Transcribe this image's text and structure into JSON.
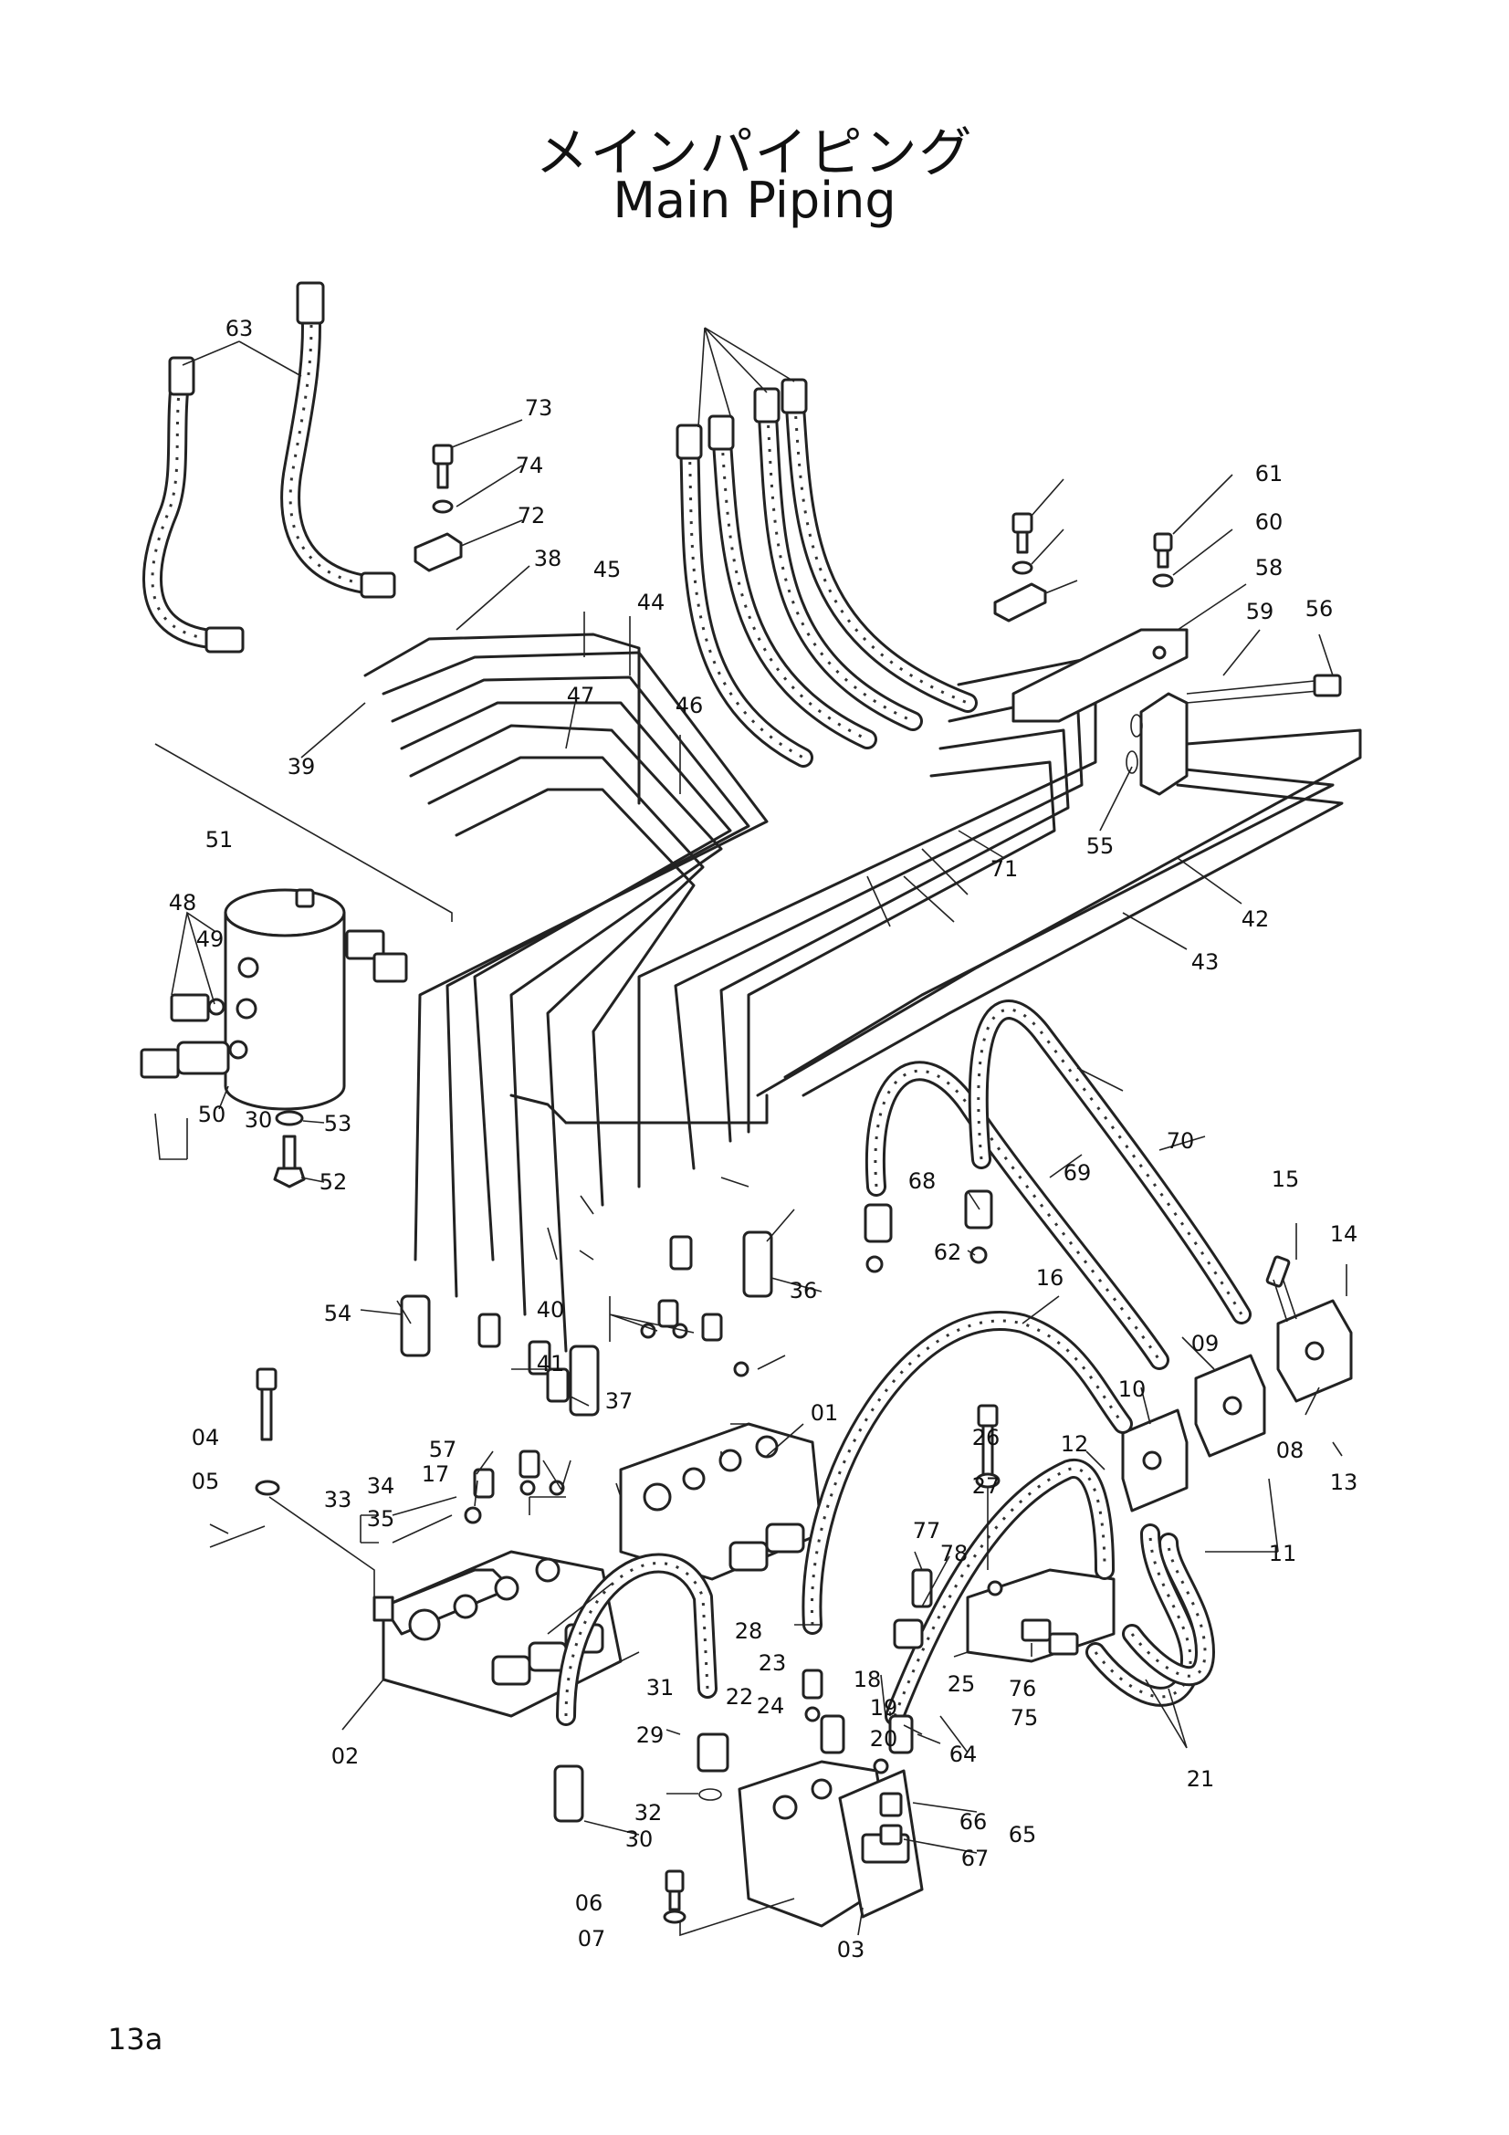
{
  "title": {
    "japanese": "メインパイピング",
    "english": "Main Piping"
  },
  "page_number": "13a",
  "part_labels": [
    "63",
    "73",
    "74",
    "72",
    "38",
    "45",
    "44",
    "47",
    "46",
    "39",
    "51",
    "48",
    "49",
    "50",
    "30",
    "53",
    "52",
    "54",
    "04",
    "05",
    "33",
    "34",
    "35",
    "57",
    "17",
    "41",
    "40",
    "37",
    "36",
    "01",
    "02",
    "31",
    "29",
    "30",
    "32",
    "06",
    "07",
    "03",
    "28",
    "23",
    "22",
    "24",
    "18",
    "19",
    "20",
    "26",
    "27",
    "77",
    "78",
    "25",
    "76",
    "75",
    "64",
    "66",
    "65",
    "67",
    "21",
    "12",
    "10",
    "09",
    "08",
    "13",
    "11",
    "15",
    "14",
    "16",
    "69",
    "70",
    "68",
    "62",
    "61",
    "60",
    "58",
    "59",
    "56",
    "55",
    "42",
    "43",
    "71"
  ]
}
